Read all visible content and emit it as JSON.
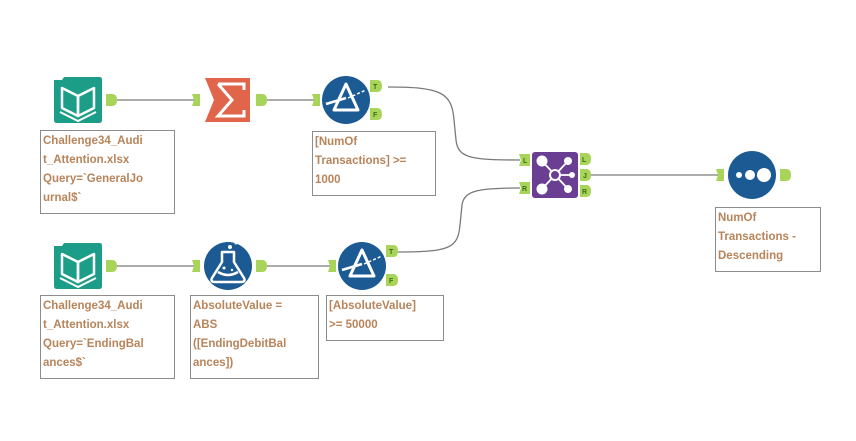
{
  "workflow": {
    "colors": {
      "input_tool": "#1b9d87",
      "summarize_tool": "#e0654a",
      "filter_tool": "#1c5a94",
      "formula_tool": "#1c5a94",
      "join_tool": "#6a3f93",
      "sort_tool": "#1c5a94",
      "anchor": "#a8d45a",
      "connection": "#7a7a7a",
      "annotation_text": "#b8845a"
    },
    "tools": [
      {
        "id": "input1",
        "type": "input-data",
        "icon": "book-icon",
        "annotation": "Challenge34_Audi\nt_Attention.xlsx\nQuery=`GeneralJo\nurnal$`"
      },
      {
        "id": "summarize",
        "type": "summarize",
        "icon": "sigma-icon",
        "annotation": ""
      },
      {
        "id": "filter1",
        "type": "filter",
        "icon": "prism-icon",
        "annotation": "[NumOf\nTransactions] >=\n1000"
      },
      {
        "id": "input2",
        "type": "input-data",
        "icon": "book-icon",
        "annotation": "Challenge34_Audi\nt_Attention.xlsx\nQuery=`EndingBal\nances$`"
      },
      {
        "id": "formula",
        "type": "formula",
        "icon": "flask-icon",
        "annotation": "AbsoluteValue =\nABS\n([EndingDebitBal\nances])"
      },
      {
        "id": "filter2",
        "type": "filter",
        "icon": "prism-icon",
        "annotation": "[AbsoluteValue]\n>= 50000"
      },
      {
        "id": "join",
        "type": "join",
        "icon": "join-nodes-icon",
        "annotation": ""
      },
      {
        "id": "sort",
        "type": "sort",
        "icon": "sort-dots-icon",
        "annotation": "NumOf\nTransactions -\nDescending"
      }
    ],
    "anchor_labels": {
      "true": "T",
      "false": "F",
      "left": "L",
      "right": "R",
      "join": "J"
    },
    "connections": [
      {
        "from": "input1",
        "to": "summarize"
      },
      {
        "from": "summarize",
        "to": "filter1"
      },
      {
        "from": "filter1.T",
        "to": "join.L"
      },
      {
        "from": "input2",
        "to": "formula"
      },
      {
        "from": "formula",
        "to": "filter2"
      },
      {
        "from": "filter2.T",
        "to": "join.R"
      },
      {
        "from": "join.J",
        "to": "sort"
      }
    ]
  }
}
